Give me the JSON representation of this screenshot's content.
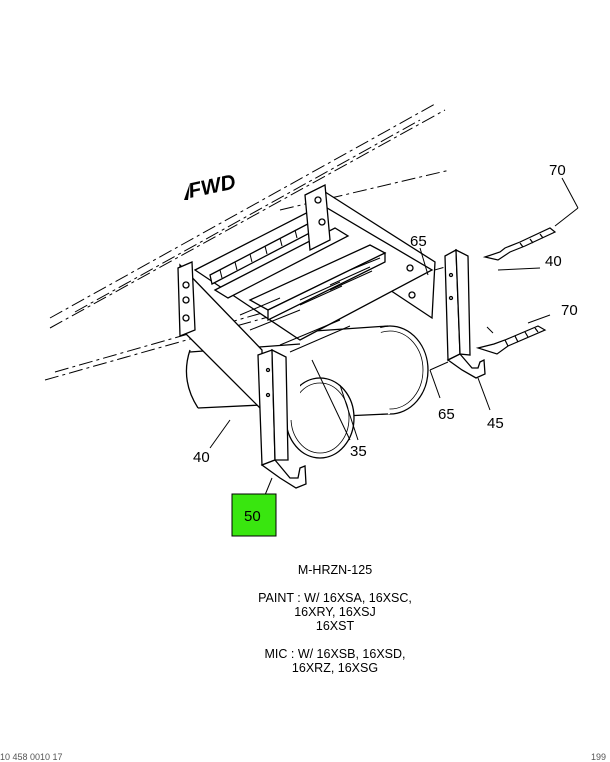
{
  "diagram": {
    "forward_label": "FWD",
    "callouts": {
      "c70_top": "70",
      "c65_top": "65",
      "c40_right": "40",
      "c70_right": "70",
      "c65_bottom": "65",
      "c45": "45",
      "c35": "35",
      "c40_left": "40",
      "c50": "50"
    },
    "highlight_color": "#39e60f"
  },
  "notes": {
    "drawing_id": "M-HRZN-125",
    "paint": "PAINT : W/ 16XSA, 16XSC,\n16XRY, 16XSJ\n16XST",
    "mic": "MIC : W/ 16XSB, 16XSD,\n16XRZ, 16XSG"
  },
  "footer": {
    "left": "10 458 0010 17",
    "right": "199"
  }
}
